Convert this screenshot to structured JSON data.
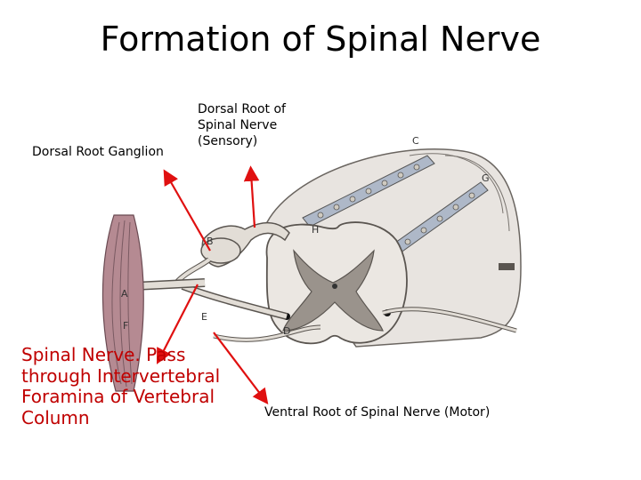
{
  "title": "Formation of Spinal Nerve",
  "labels": {
    "dorsal_root_ganglion": "Dorsal Root Ganglion",
    "dorsal_root": "Dorsal Root of\nSpinal Nerve\n(Sensory)",
    "spinal_nerve": "Spinal Nerve. Pass through Intervertebral Foramina of Vertebral Column",
    "ventral_root": "Ventral Root of Spinal Nerve (Motor)"
  },
  "figure_letters": [
    "A",
    "B",
    "C",
    "D",
    "E",
    "F",
    "G",
    "H"
  ],
  "colors": {
    "arrow": "#e01010",
    "label_red": "#c00000"
  }
}
